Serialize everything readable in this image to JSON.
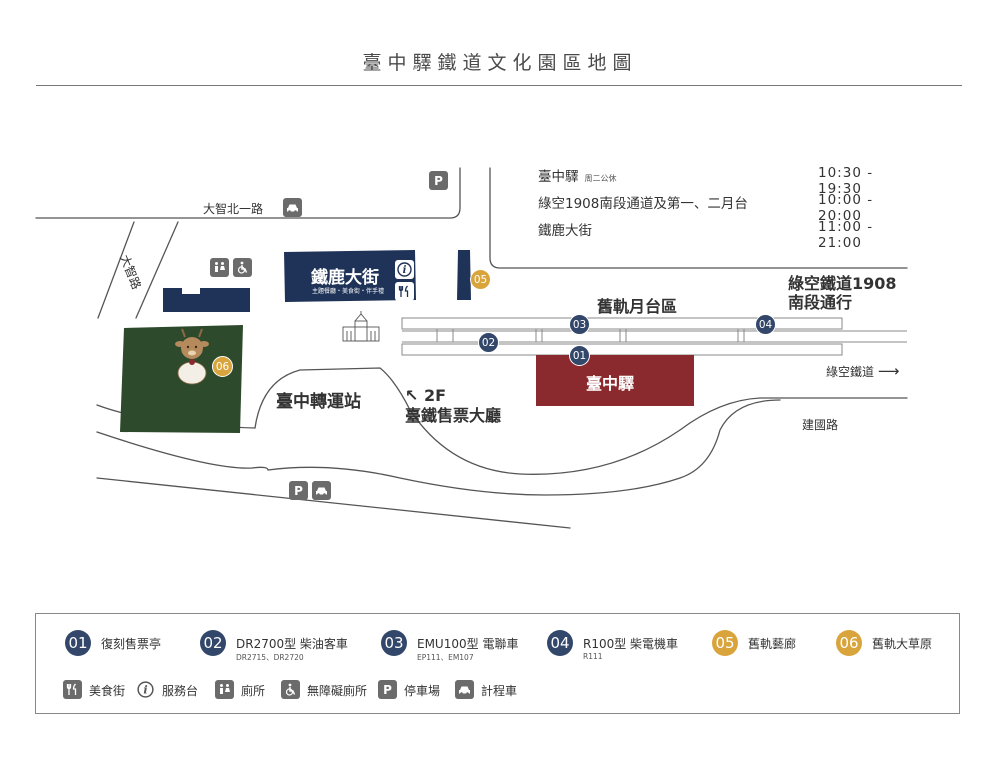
{
  "title": "臺中驛鐵道文化園區地圖",
  "colors": {
    "navy": "#1f3358",
    "green": "#2e4a2c",
    "station_red": "#8b2a2e",
    "gold": "#d9a43c",
    "marker_navy": "#33476a",
    "icon_grey": "#6b6b6b"
  },
  "hours": [
    {
      "name": "臺中驛",
      "note": "周二公休",
      "time": "10:30 - 19:30"
    },
    {
      "name": "綠空1908南段通道及第一、二月台",
      "note": "",
      "time": "10:00 - 20:00"
    },
    {
      "name": "鐵鹿大街",
      "note": "",
      "time": "11:00 - 21:00"
    }
  ],
  "map": {
    "road_dazhi_north": "大智北一路",
    "road_dazhi": "大智路",
    "road_jianguo": "建國路",
    "greenway_label": "綠空鐵道",
    "arrow_right": "⟶",
    "tielu_street": {
      "title": "鐵鹿大街",
      "subtitle": "主題餐廳・美食街・伴手禮"
    },
    "old_platform": "舊軌月台區",
    "greenway_1908": {
      "line1": "綠空鐵道1908",
      "line2": "南段通行"
    },
    "station": "臺中驛",
    "bus_station": "臺中轉運站",
    "ticket_hall": {
      "line1": "↖ 2F",
      "line2": "臺鐵售票大廳"
    },
    "markers": [
      "01",
      "02",
      "03",
      "04",
      "05",
      "06"
    ]
  },
  "legend": {
    "items": [
      {
        "num": "01",
        "name": "復刻售票亭",
        "sub": "",
        "color": "navy"
      },
      {
        "num": "02",
        "name": "DR2700型 柴油客車",
        "sub": "DR2715、DR2720",
        "color": "navy"
      },
      {
        "num": "03",
        "name": "EMU100型 電聯車",
        "sub": "EP111、EM107",
        "color": "navy"
      },
      {
        "num": "04",
        "name": "R100型 柴電機車",
        "sub": "R111",
        "color": "navy"
      },
      {
        "num": "05",
        "name": "舊軌藝廊",
        "sub": "",
        "color": "gold"
      },
      {
        "num": "06",
        "name": "舊軌大草原",
        "sub": "",
        "color": "gold"
      }
    ],
    "facilities": [
      {
        "icon": "food-icon",
        "name": "美食街"
      },
      {
        "icon": "info-icon",
        "name": "服務台"
      },
      {
        "icon": "restroom-icon",
        "name": "廁所"
      },
      {
        "icon": "wheelchair-icon",
        "name": "無障礙廁所"
      },
      {
        "icon": "parking-icon",
        "name": "停車場",
        "glyph": "P"
      },
      {
        "icon": "taxi-icon",
        "name": "計程車"
      }
    ]
  }
}
